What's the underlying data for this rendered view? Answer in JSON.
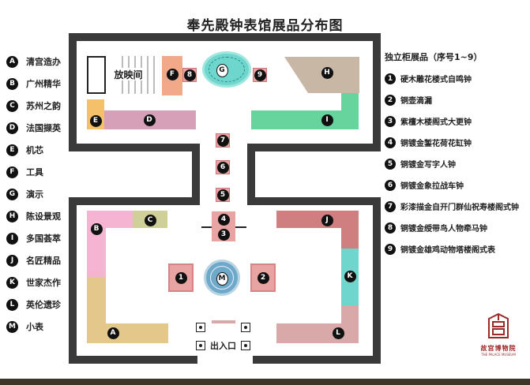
{
  "title": "奉先殿钟表馆展品分布图",
  "categories": [
    {
      "key": "A",
      "label": "清宫造办"
    },
    {
      "key": "B",
      "label": "广州精华"
    },
    {
      "key": "C",
      "label": "苏州之韵"
    },
    {
      "key": "D",
      "label": "法国撷英"
    },
    {
      "key": "E",
      "label": "机芯"
    },
    {
      "key": "F",
      "label": "工具"
    },
    {
      "key": "G",
      "label": "演示"
    },
    {
      "key": "H",
      "label": "陈设景观"
    },
    {
      "key": "I",
      "label": "多国荟萃"
    },
    {
      "key": "J",
      "label": "名匠精品"
    },
    {
      "key": "K",
      "label": "世家杰作"
    },
    {
      "key": "L",
      "label": "英伦遗珍"
    },
    {
      "key": "M",
      "label": "小表"
    }
  ],
  "cabinet_list": {
    "heading": "独立柜展品（序号1~9）",
    "items": [
      {
        "key": "1",
        "label": "硬木雕花楼式自鸣钟"
      },
      {
        "key": "2",
        "label": "铜壶滴漏"
      },
      {
        "key": "3",
        "label": "紫檀木楼阁式大更钟"
      },
      {
        "key": "4",
        "label": "铜镀金錾花荷花缸钟"
      },
      {
        "key": "5",
        "label": "铜镀金写字人钟"
      },
      {
        "key": "6",
        "label": "铜镀金象拉战车钟"
      },
      {
        "key": "7",
        "label": "彩漆描金自开门群仙祝寿楼阁式钟"
      },
      {
        "key": "8",
        "label": "铜镀金绶带鸟人物牵马钟"
      },
      {
        "key": "9",
        "label": "铜镀金雄鸡动物塔楼阁式表"
      }
    ]
  },
  "map": {
    "screening_room": "放映间",
    "entrance": "出入口",
    "zones": {
      "A": "A",
      "B": "B",
      "C": "C",
      "D": "D",
      "E": "E",
      "F": "F",
      "G": "G",
      "H": "H",
      "I": "I",
      "J": "J",
      "K": "K",
      "L": "L",
      "M": "M"
    },
    "cabinets": {
      "n1": "1",
      "n2": "2",
      "n3": "3",
      "n4": "4",
      "n5": "5",
      "n6": "6",
      "n7": "7",
      "n8": "8",
      "n9": "9"
    }
  },
  "colors": {
    "wall": "#333333",
    "floor": "#ffffff",
    "pink": "#e8a3a3",
    "salmon": "#f2a98a",
    "mauve": "#d6a0b8",
    "green": "#66d49c",
    "teal": "#6ed6cd",
    "tan": "#c9b7a6",
    "sand": "#e4c78a",
    "olive": "#cfcf9a",
    "rose": "#cf7f7f",
    "ltpink": "#f4b4d2",
    "orange": "#f5c06a"
  },
  "logo": {
    "name": "故宫博物院",
    "sub": "THE PALACE MUSEUM"
  }
}
